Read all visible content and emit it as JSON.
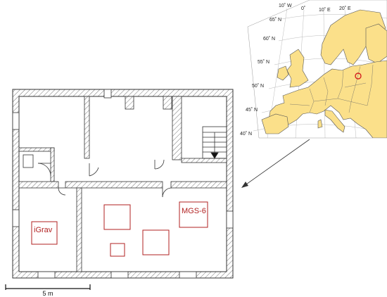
{
  "floor_plan": {
    "instruments": [
      {
        "label": "iGrav"
      },
      {
        "label": "MGS-6"
      }
    ],
    "scale_bar": {
      "label": "5 m"
    }
  },
  "map": {
    "longitude_labels": [
      "10˚ W",
      "0˚",
      "10˚ E",
      "20˚ E"
    ],
    "latitude_labels": [
      "65˚ N",
      "60˚ N",
      "55˚ N",
      "50˚ N",
      "45˚ N",
      "40˚ N"
    ],
    "land_color": "#fbe08a",
    "marker_color": "#d42020"
  },
  "colors": {
    "instrument_outline": "#b22222",
    "wall_hatch": "#555555"
  }
}
